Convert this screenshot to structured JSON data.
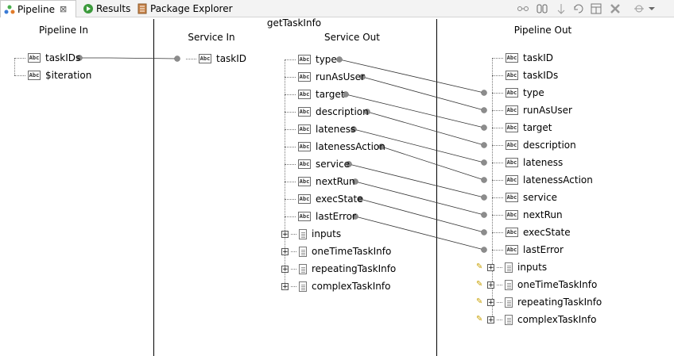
{
  "tabs": [
    {
      "label": "Pipeline",
      "close": "⊠",
      "icon": "pipeline-icon",
      "active": true
    },
    {
      "label": "Results",
      "icon": "results-icon",
      "active": false
    },
    {
      "label": "Package Explorer",
      "icon": "package-explorer-icon",
      "active": false
    }
  ],
  "toolbar": [
    "link-icon",
    "chain-icon",
    "step-icon",
    "refresh-icon",
    "map-icon",
    "delete-icon",
    "transform-icon",
    "menu-arrow-icon"
  ],
  "headers": {
    "pipeline_in": "Pipeline In",
    "service_name": "getTaskInfo",
    "service_in": "Service In",
    "service_out": "Service Out",
    "pipeline_out": "Pipeline Out"
  },
  "pipeline_in": {
    "items": [
      {
        "label": "taskIDs",
        "type": "string"
      },
      {
        "label": "$iteration",
        "type": "string"
      }
    ]
  },
  "service_in": {
    "items": [
      {
        "label": "taskID",
        "type": "string"
      }
    ]
  },
  "service_out": {
    "items": [
      {
        "label": "type",
        "type": "string"
      },
      {
        "label": "runAsUser",
        "type": "string"
      },
      {
        "label": "target",
        "type": "string"
      },
      {
        "label": "description",
        "type": "string"
      },
      {
        "label": "lateness",
        "type": "string"
      },
      {
        "label": "latenessAction",
        "type": "string"
      },
      {
        "label": "service",
        "type": "string"
      },
      {
        "label": "nextRun",
        "type": "string"
      },
      {
        "label": "execState",
        "type": "string"
      },
      {
        "label": "lastError",
        "type": "string"
      },
      {
        "label": "inputs",
        "type": "document"
      },
      {
        "label": "oneTimeTaskInfo",
        "type": "document"
      },
      {
        "label": "repeatingTaskInfo",
        "type": "document"
      },
      {
        "label": "complexTaskInfo",
        "type": "document"
      }
    ]
  },
  "pipeline_out": {
    "items": [
      {
        "label": "taskID",
        "type": "string"
      },
      {
        "label": "taskIDs",
        "type": "string"
      },
      {
        "label": "type",
        "type": "string"
      },
      {
        "label": "runAsUser",
        "type": "string"
      },
      {
        "label": "target",
        "type": "string"
      },
      {
        "label": "description",
        "type": "string"
      },
      {
        "label": "lateness",
        "type": "string"
      },
      {
        "label": "latenessAction",
        "type": "string"
      },
      {
        "label": "service",
        "type": "string"
      },
      {
        "label": "nextRun",
        "type": "string"
      },
      {
        "label": "execState",
        "type": "string"
      },
      {
        "label": "lastError",
        "type": "string"
      },
      {
        "label": "inputs",
        "type": "document"
      },
      {
        "label": "oneTimeTaskInfo",
        "type": "document"
      },
      {
        "label": "repeatingTaskInfo",
        "type": "document"
      },
      {
        "label": "complexTaskInfo",
        "type": "document"
      }
    ]
  },
  "icon_text": {
    "string": "Abc"
  }
}
